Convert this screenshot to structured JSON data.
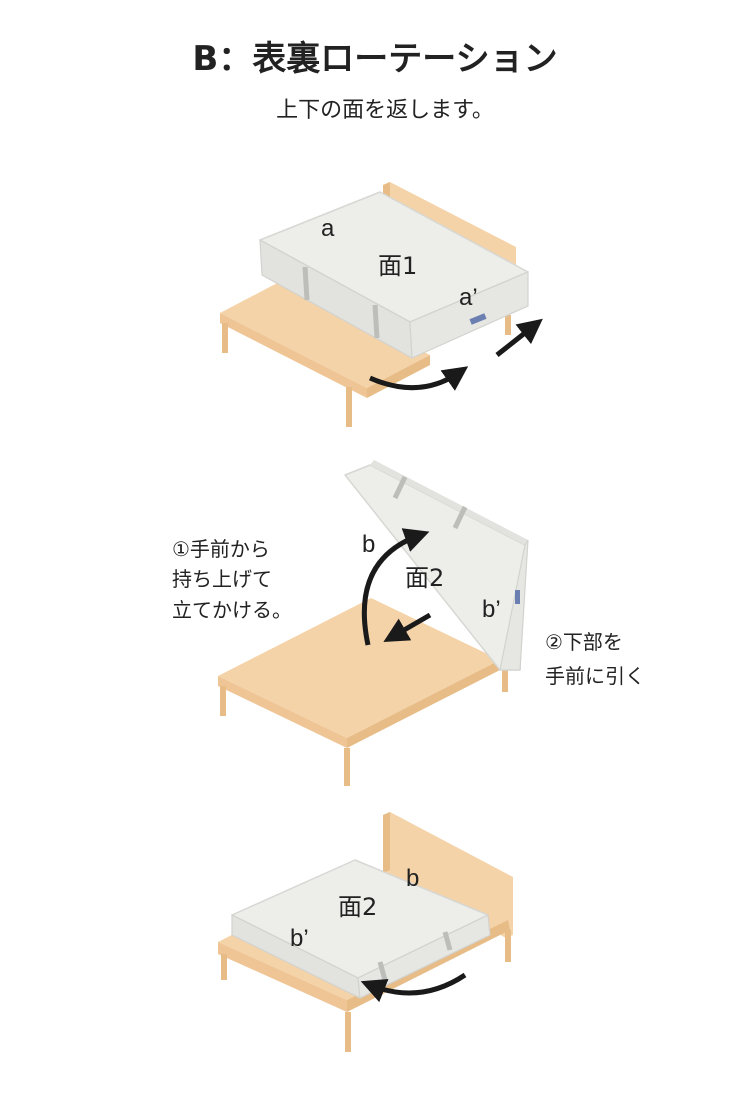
{
  "header": {
    "title": "B：表裏ローテーション",
    "subtitle": "上下の面を返します。"
  },
  "step1": {
    "label_a": "a",
    "label_face": "面1",
    "label_a_prime": "a’"
  },
  "step2": {
    "label_b": "b",
    "label_face": "面2",
    "label_b_prime": "b’",
    "note_left": [
      "①手前から",
      "持ち上げて",
      "立てかける。"
    ],
    "note_right": [
      "②下部を",
      "手前に引く"
    ]
  },
  "step3": {
    "label_face": "面2",
    "label_b": "b",
    "label_b_prime": "b’"
  },
  "colors": {
    "frame": "#F5D3A8",
    "frame_dark": "#E8BC86",
    "frame_side": "#EFC596",
    "mattress_top": "#EDEDEA",
    "mattress_side": "#E2E2DF",
    "mattress_edge": "#C9C9C5",
    "arrow": "#1A1A1A",
    "text": "#222222",
    "tag": "#6B7FB0"
  }
}
